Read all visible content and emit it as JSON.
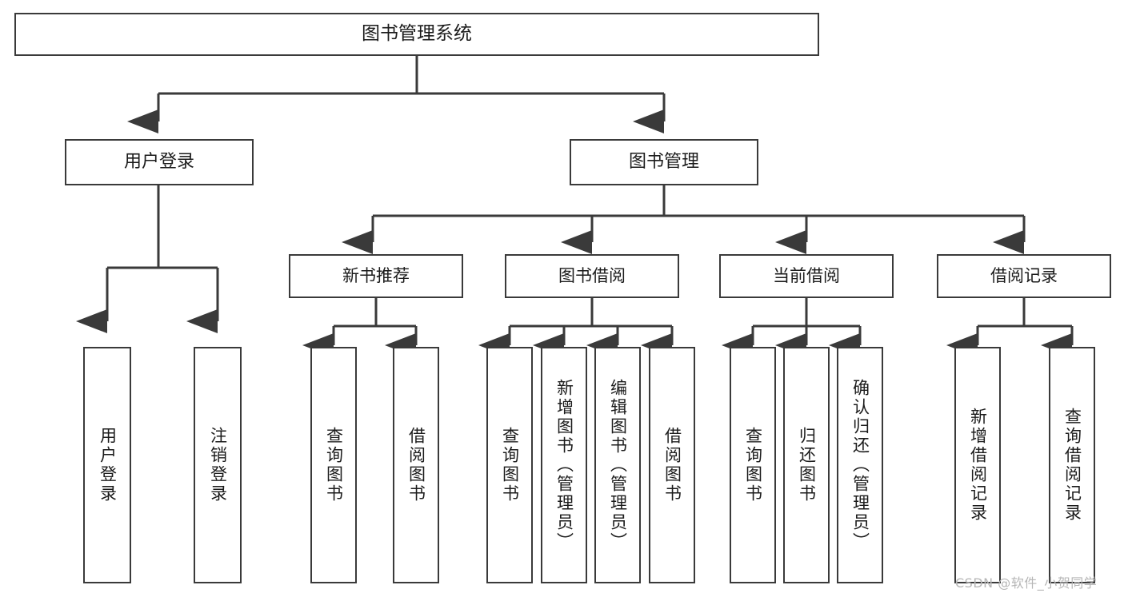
{
  "diagram": {
    "title": "图书管理系统",
    "type": "tree-hierarchy-diagram",
    "watermark": "CSDN @软件_小贺同学",
    "colors": {
      "stroke": "#3a3a3a",
      "fill": "#ffffff",
      "text": "#1b1b1b",
      "watermark": "#b6b6b6"
    },
    "nodes": {
      "root": {
        "label": "图书管理系统"
      },
      "level1": [
        {
          "id": "user-login",
          "label": "用户登录"
        },
        {
          "id": "book-management",
          "label": "图书管理"
        }
      ],
      "level2": [
        {
          "id": "new-book-recommend",
          "label": "新书推荐"
        },
        {
          "id": "book-borrow",
          "label": "图书借阅"
        },
        {
          "id": "current-borrow",
          "label": "当前借阅"
        },
        {
          "id": "borrow-record",
          "label": "借阅记录"
        }
      ],
      "leaves": [
        {
          "id": "leaf-user-login",
          "label": "用户登录",
          "parent": "user-login"
        },
        {
          "id": "leaf-logout-login",
          "label": "注销登录",
          "parent": "user-login"
        },
        {
          "id": "leaf-query-book-1",
          "label": "查询图书",
          "parent": "new-book-recommend"
        },
        {
          "id": "leaf-borrow-book-1",
          "label": "借阅图书",
          "parent": "new-book-recommend"
        },
        {
          "id": "leaf-query-book-2",
          "label": "查询图书",
          "parent": "book-borrow"
        },
        {
          "id": "leaf-add-book",
          "label": "新增图书（管理员）",
          "parent": "book-borrow"
        },
        {
          "id": "leaf-edit-book",
          "label": "编辑图书（管理员）",
          "parent": "book-borrow"
        },
        {
          "id": "leaf-borrow-book-2",
          "label": "借阅图书",
          "parent": "book-borrow"
        },
        {
          "id": "leaf-query-book-3",
          "label": "查询图书",
          "parent": "current-borrow"
        },
        {
          "id": "leaf-return-book",
          "label": "归还图书",
          "parent": "current-borrow"
        },
        {
          "id": "leaf-confirm-return",
          "label": "确认归还（管理员）",
          "parent": "current-borrow"
        },
        {
          "id": "leaf-add-record",
          "label": "新增借阅记录",
          "parent": "borrow-record"
        },
        {
          "id": "leaf-query-record",
          "label": "查询借阅记录",
          "parent": "borrow-record"
        }
      ]
    }
  }
}
